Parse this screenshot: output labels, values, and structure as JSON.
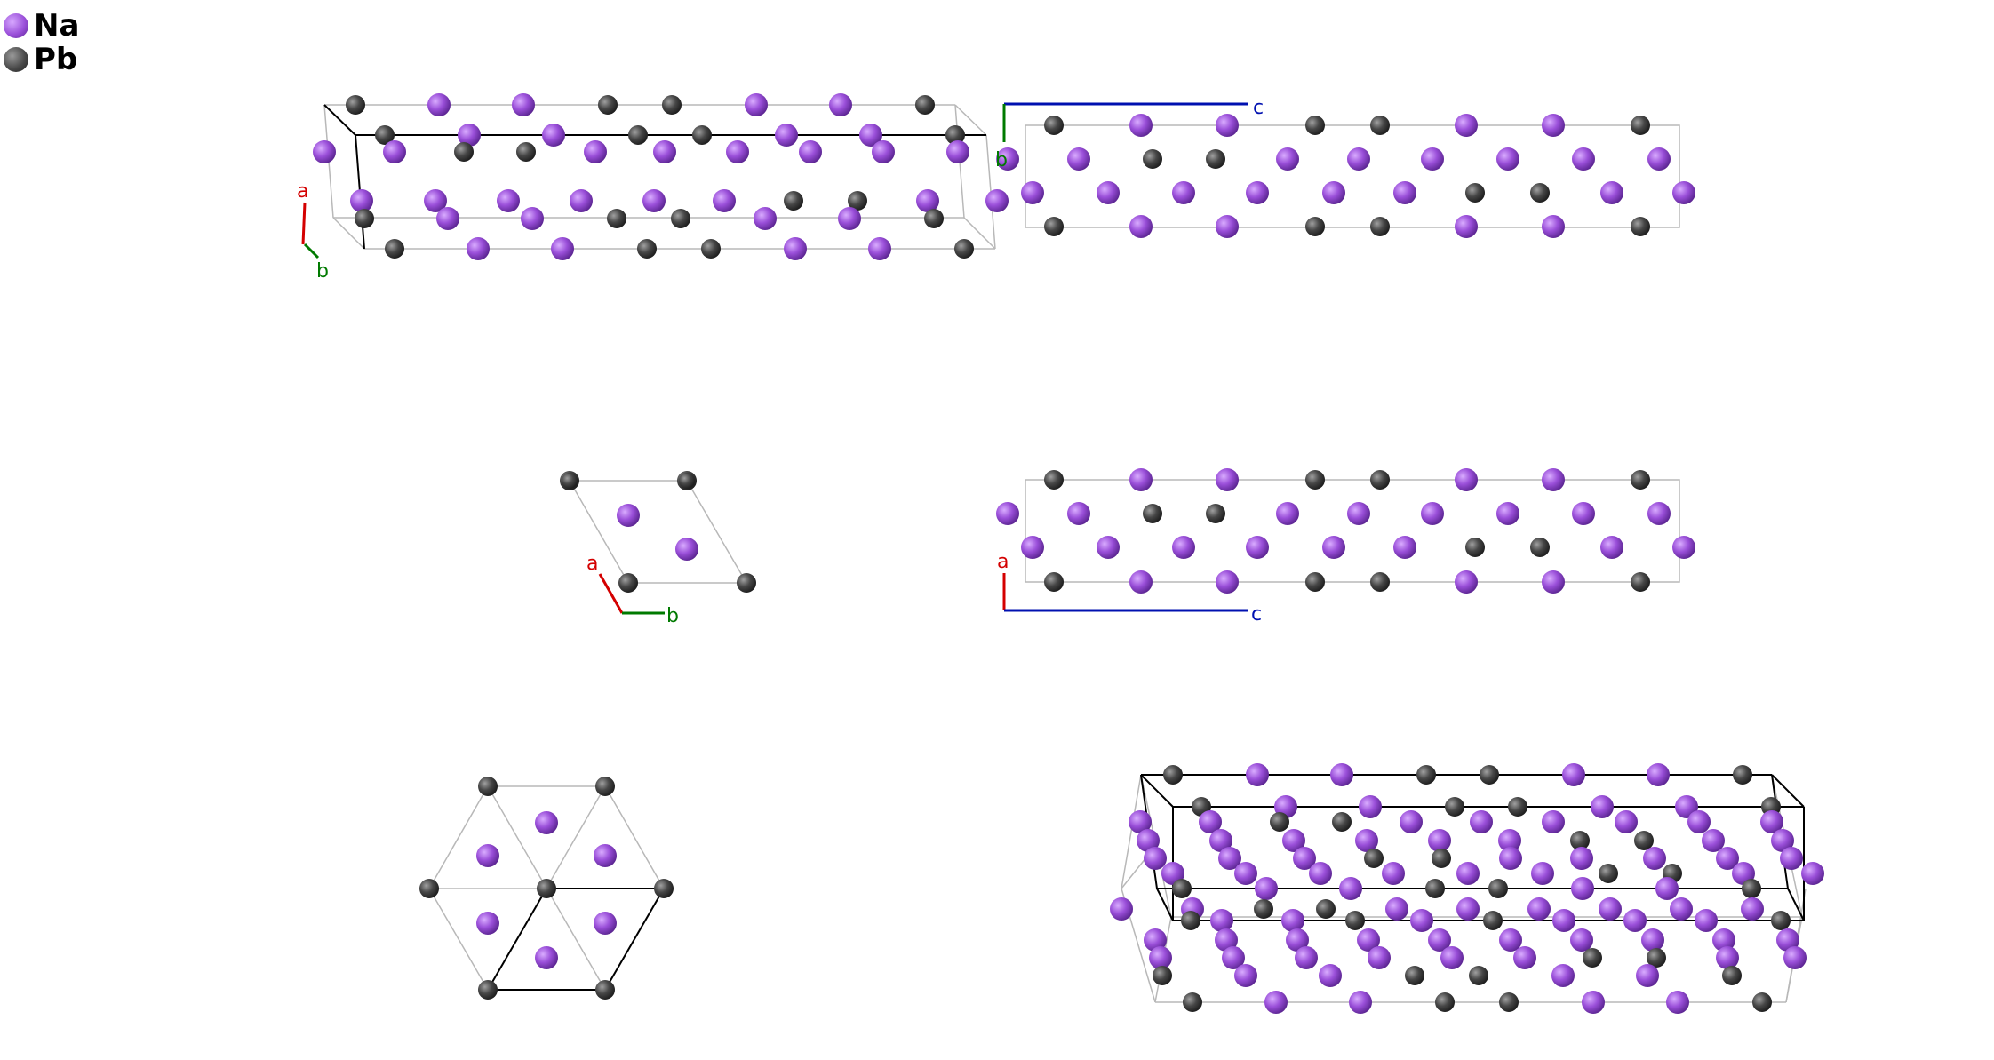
{
  "legend": [
    {
      "symbol": "Na",
      "color": "#9a4fd9"
    },
    {
      "symbol": "Pb",
      "color": "#4a4a4a"
    }
  ],
  "axes": {
    "a": "a",
    "b": "b",
    "c": "c"
  },
  "colors": {
    "a_axis": "#d40000",
    "b_axis": "#007a00",
    "c_axis": "#0010b0",
    "cell_edge": "#b8b8b8",
    "cell_edge_front": "#000000"
  }
}
